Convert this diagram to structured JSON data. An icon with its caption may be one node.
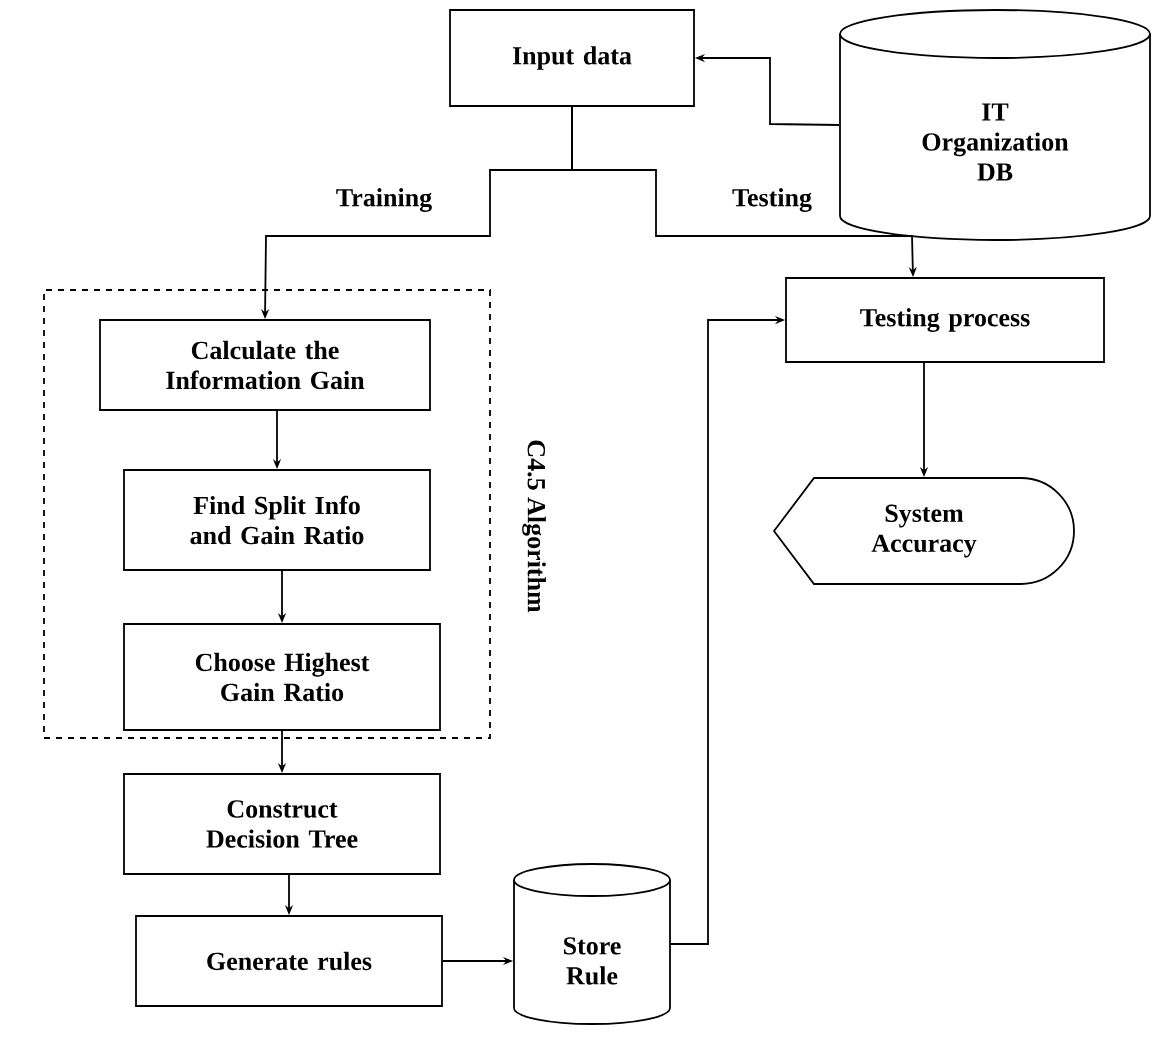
{
  "diagram": {
    "nodes": [
      {
        "text": [
          "Input data"
        ]
      },
      {
        "text": [
          "IT Organization DB"
        ]
      },
      {
        "text": [
          "C4.5 Algorithm"
        ]
      },
      {
        "text": [
          "Calculate the Information Gain"
        ],
        "in": 2
      },
      {
        "text": [
          "Find Split Info and Gain Ratio"
        ],
        "in": 2
      },
      {
        "text": [
          "Choose Highest Gain Ratio"
        ],
        "in": 2
      },
      {
        "text": [
          "Construct Decision Tree"
        ]
      },
      {
        "text": [
          "Generate rules"
        ]
      },
      {
        "text": [
          "Store Rule"
        ]
      },
      {
        "text": [
          "Testing process"
        ]
      },
      {
        "text": [
          "System Accuracy"
        ]
      }
    ],
    "edges": [
      {
        "from": 1,
        "to": 0,
        "arrow": "to"
      },
      {
        "from": 0,
        "to": 3,
        "arrow": "to",
        "label": "Training"
      },
      {
        "from": 0,
        "to": 9,
        "arrow": "to",
        "label": "Testing"
      },
      {
        "from": 3,
        "to": 4,
        "arrow": "to"
      },
      {
        "from": 4,
        "to": 5,
        "arrow": "to"
      },
      {
        "from": 5,
        "to": 6,
        "arrow": "to"
      },
      {
        "from": 6,
        "to": 7,
        "arrow": "to"
      },
      {
        "from": 7,
        "to": 8,
        "arrow": "to"
      },
      {
        "from": 8,
        "to": 9,
        "arrow": "to"
      },
      {
        "from": 9,
        "to": 10,
        "arrow": "to"
      }
    ]
  }
}
